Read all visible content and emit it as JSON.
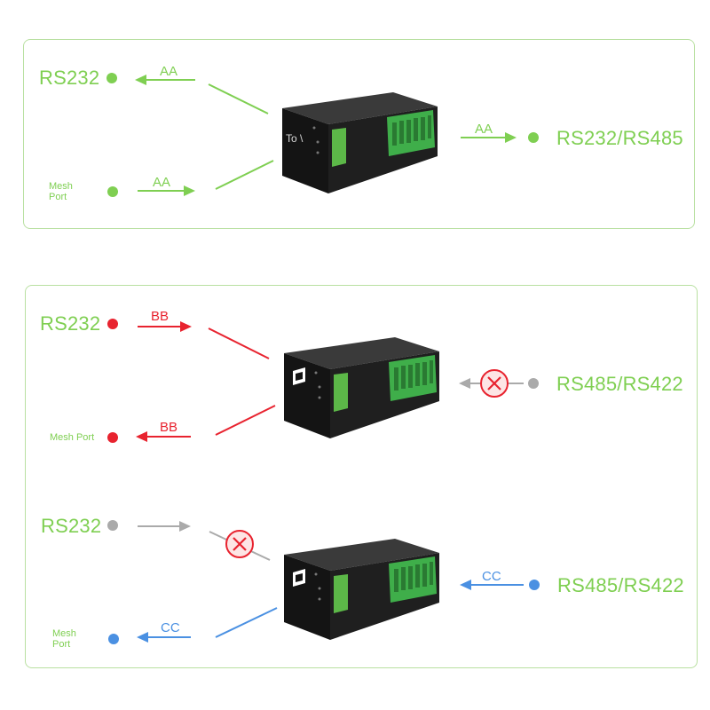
{
  "colors": {
    "green": "#7fcf52",
    "red": "#e8232f",
    "gray": "#aaaaaa",
    "blue": "#4a90e2",
    "panel_border": "#b9e0a1"
  },
  "panel1": {
    "left_top_label": "RS232",
    "left_bottom_label_line1": "Mesh",
    "left_bottom_label_line2": "Port",
    "arrow_in_label": "AA",
    "arrow_out_label": "AA",
    "right_arrow_label": "AA",
    "right_label": "RS232/RS485",
    "device_text": "To \\"
  },
  "panel2": {
    "left_top_label": "RS232",
    "left_bottom_label": "Mesh Port",
    "arrow_top_label": "BB",
    "arrow_bottom_label": "BB",
    "right_label": "RS485/RS422"
  },
  "panel3": {
    "left_top_label": "RS232",
    "left_bottom_label_line1": "Mesh",
    "left_bottom_label_line2": "Port",
    "right_arrow_label": "CC",
    "bottom_arrow_label": "CC",
    "right_label": "RS485/RS422"
  },
  "icons": {
    "blocked": "blocked-x-icon",
    "device": "converter-device-icon",
    "logo": "brand-logo-icon"
  }
}
